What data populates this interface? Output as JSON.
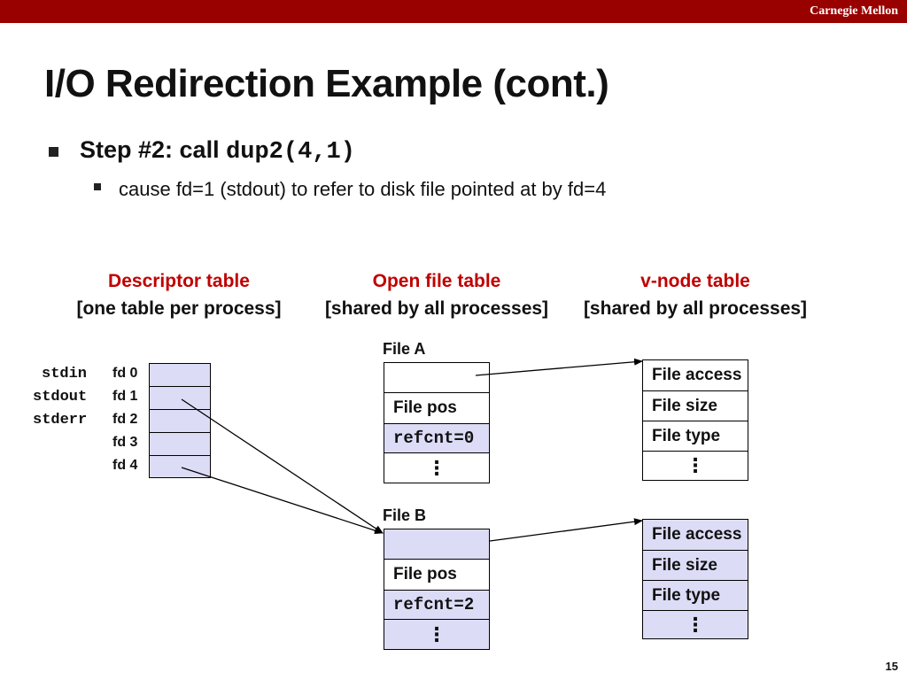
{
  "header": {
    "brand": "Carnegie Mellon"
  },
  "slide": {
    "title": "I/O Redirection Example (cont.)",
    "bullet1": {
      "prefix": "Step #2: call ",
      "code": "dup2(4,1)"
    },
    "bullet2": "cause fd=1 (stdout) to refer to disk file pointed at by fd=4",
    "page_number": "15"
  },
  "columns": {
    "descriptor": {
      "title": "Descriptor table",
      "subtitle": "[one table per process]"
    },
    "openfile": {
      "title": "Open file table",
      "subtitle": "[shared by all processes]"
    },
    "vnode": {
      "title": "v-node table",
      "subtitle": "[shared by all processes]"
    }
  },
  "descriptor_table": {
    "stream_labels": [
      "stdin",
      "stdout",
      "stderr"
    ],
    "fd_labels": [
      "fd 0",
      "fd 1",
      "fd 2",
      "fd 3",
      "fd 4"
    ]
  },
  "open_file_table": {
    "fileA": {
      "label": "File A",
      "pos": "File pos",
      "refcnt": "refcnt=0",
      "dots": "⋮"
    },
    "fileB": {
      "label": "File B",
      "pos": "File pos",
      "refcnt": "refcnt=2",
      "dots": "⋮"
    }
  },
  "vnode_table": {
    "A": {
      "access": "File access",
      "size": "File size",
      "type": "File type",
      "dots": "⋮"
    },
    "B": {
      "access": "File access",
      "size": "File size",
      "type": "File type",
      "dots": "⋮"
    }
  }
}
